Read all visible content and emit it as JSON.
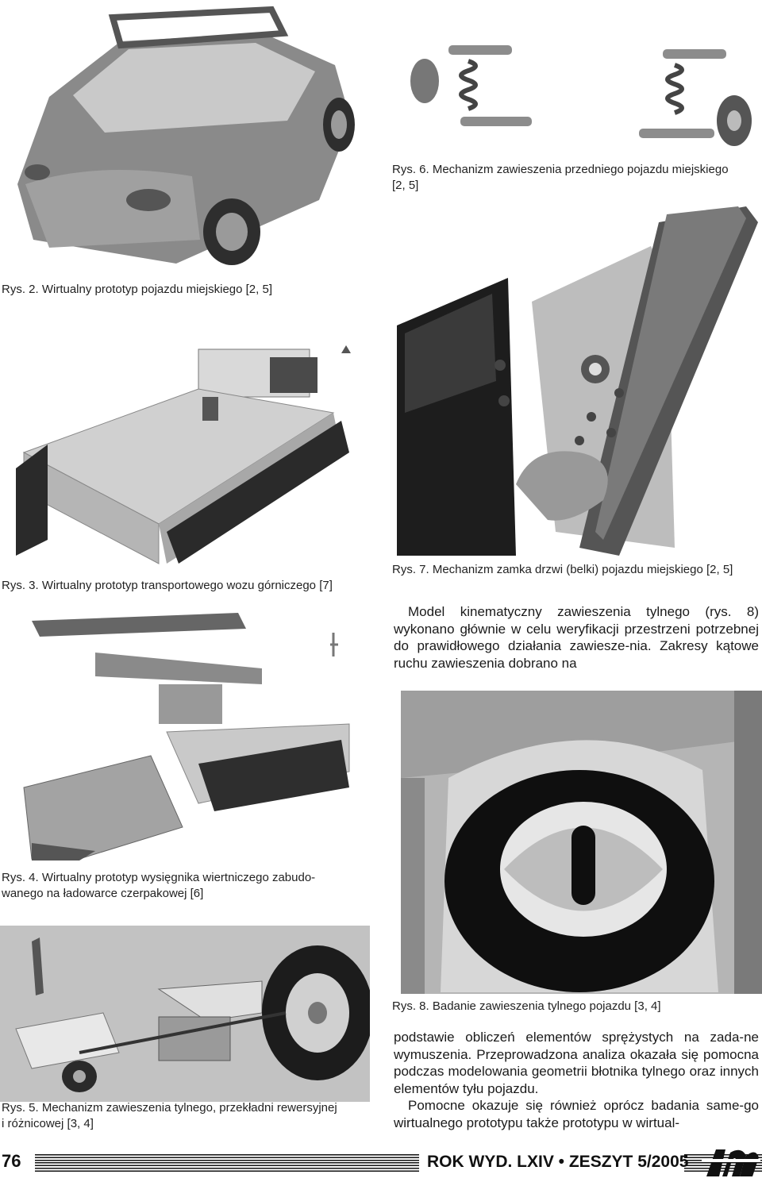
{
  "captions": {
    "fig2": "Rys. 2. Wirtualny prototyp pojazdu miejskiego [2, 5]",
    "fig3": "Rys. 3. Wirtualny prototyp transportowego wozu górniczego [7]",
    "fig4_line1": "Rys. 4. Wirtualny prototyp wysięgnika wiertniczego zabudo-",
    "fig4_line2": "wanego na ładowarce czerpakowej [6]",
    "fig5_line1": "Rys. 5. Mechanizm zawieszenia tylnego, przekładni rewersyjnej",
    "fig5_line2": "i różnicowej [3, 4]",
    "fig6_line1": "Rys. 6. Mechanizm zawieszenia przedniego pojazdu miejskiego",
    "fig6_line2": "[2, 5]",
    "fig7": "Rys. 7. Mechanizm zamka drzwi (belki) pojazdu miejskiego [2, 5]",
    "fig8": "Rys. 8. Badanie zawieszenia tylnego pojazdu [3, 4]"
  },
  "body": {
    "para1": "Model kinematyczny zawieszenia tylnego (rys. 8) wykonano głównie w celu weryfikacji przestrzeni potrzebnej do prawidłowego działania zawiesze-nia. Zakresy kątowe ruchu zawieszenia dobrano na",
    "para2": "podstawie obliczeń elementów sprężystych na zada-ne wymuszenia. Przeprowadzona analiza okazała się pomocna podczas modelowania geometrii błotnika tylnego oraz innych elementów tyłu pojazdu.",
    "para3": "Pomocne okazuje się również oprócz badania same-go wirtualnego prototypu także prototypu w wirtual-"
  },
  "footer": {
    "page_number": "76",
    "journal": "ROK WYD. LXIV • ZESZYT 5/2005",
    "logo_icon": "journal-logo-icon"
  }
}
